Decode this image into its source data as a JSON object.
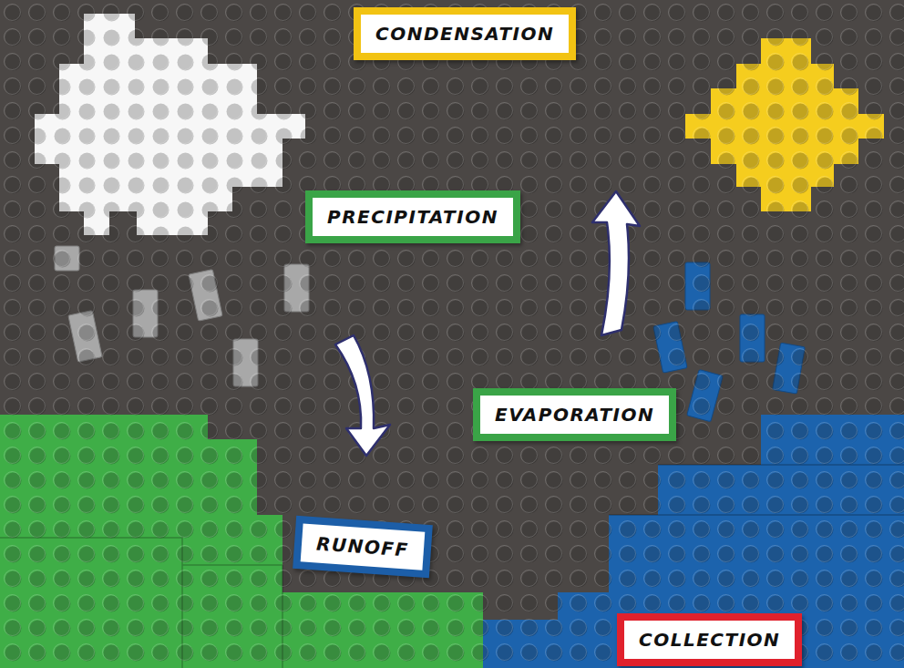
{
  "diagram": {
    "nodes": [
      {
        "text": [
          "CONDENSATION"
        ]
      },
      {
        "text": [
          "PRECIPITATION"
        ]
      },
      {
        "text": [
          "EVAPORATION"
        ]
      },
      {
        "text": [
          "RUNOFF"
        ]
      },
      {
        "text": [
          "COLLECTION"
        ]
      }
    ]
  }
}
